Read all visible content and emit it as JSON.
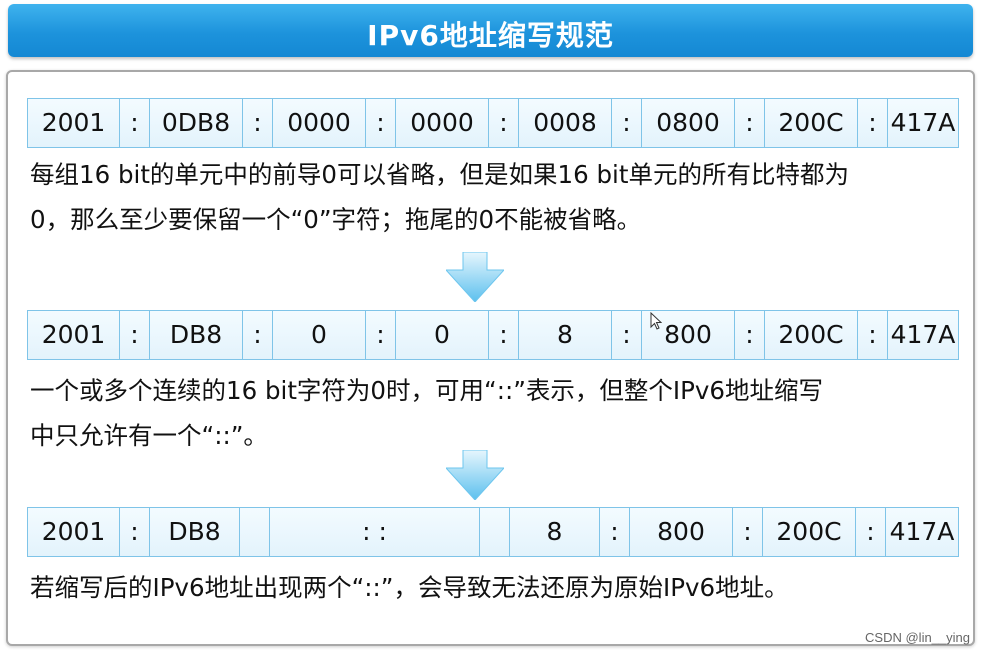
{
  "title": "IPv6地址缩写规范",
  "row1": [
    "2001",
    ":",
    "0DB8",
    ":",
    "0000",
    ":",
    "0000",
    ":",
    "0008",
    ":",
    "0800",
    ":",
    "200C",
    ":",
    "417A"
  ],
  "desc1_line1": "每组16 bit的单元中的前导0可以省略，但是如果16 bit单元的所有比特都为",
  "desc1_line2": "0，那么至少要保留一个“0”字符；拖尾的0不能被省略。",
  "row2": [
    "2001",
    ":",
    "DB8",
    ":",
    "0",
    ":",
    "0",
    ":",
    "8",
    ":",
    "800",
    ":",
    "200C",
    ":",
    "417A"
  ],
  "desc2_line1": "一个或多个连续的16 bit字符为0时，可用“::”表示，但整个IPv6地址缩写",
  "desc2_line2": "中只允许有一个“::”。",
  "row3": [
    "2001",
    ":",
    "DB8",
    "",
    ": :",
    "",
    "8",
    ":",
    "800",
    ":",
    "200C",
    ":",
    "417A"
  ],
  "desc3_line1": "若缩写后的IPv6地址出现两个“::”，会导致无法还原为原始IPv6地址。",
  "watermark": "CSDN @lin__ying",
  "colors": {
    "banner": "#1d93dc",
    "cell_border": "#7fc4e8",
    "arrow": "#5cc0ee"
  }
}
